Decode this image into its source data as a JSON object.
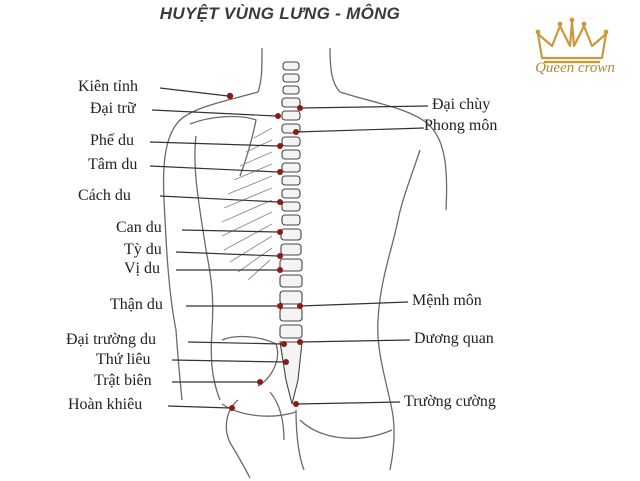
{
  "title": "HUYỆT VÙNG LƯNG - MÔNG",
  "logo": {
    "text": "Queen crown",
    "icon": "crown-icon",
    "color": "#c9993a"
  },
  "colors": {
    "line": "#333333",
    "point": "#8b1a1a",
    "outline": "#6a6a6a"
  },
  "left_points": [
    "Kiên tỉnh",
    "Đại trữ",
    "Phế du",
    "Tâm du",
    "Cách du",
    "Can du",
    "Tỳ du",
    "Vị du",
    "Thận du",
    "Đại trường du",
    "Thứ liêu",
    "Trật biên",
    "Hoàn khiêu"
  ],
  "right_points": [
    "Đại chùy",
    "Phong môn",
    "Mệnh môn",
    "Dương quan",
    "Trường cường"
  ]
}
